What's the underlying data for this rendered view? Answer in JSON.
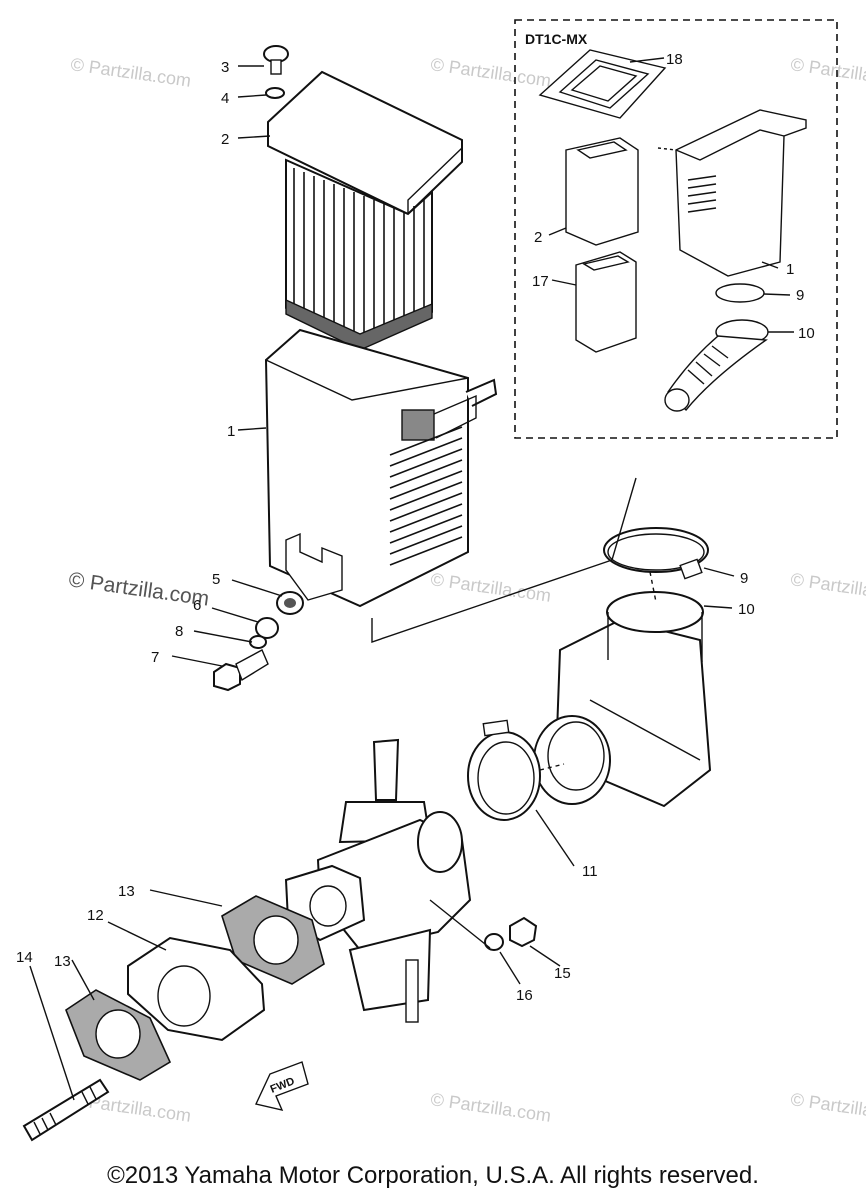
{
  "inset": {
    "title": "DT1C-MX"
  },
  "callouts": {
    "c1_main": "1",
    "c2_main": "2",
    "c3": "3",
    "c4": "4",
    "c5": "5",
    "c6": "6",
    "c7": "7",
    "c8": "8",
    "c9_main": "9",
    "c10_main": "10",
    "c11": "11",
    "c12": "12",
    "c13_a": "13",
    "c13_b": "13",
    "c14": "14",
    "c15": "15",
    "c16": "16",
    "c18_inset": "18",
    "c2_inset": "2",
    "c17_inset": "17",
    "c1_inset": "1",
    "c9_inset": "9",
    "c10_inset": "10"
  },
  "fwd_label": "FWD",
  "watermarks": {
    "strong": "© Partzilla.com",
    "faint": "© Partzilla.com"
  },
  "copyright": "©2013 Yamaha Motor Corporation, U.S.A. All rights reserved."
}
